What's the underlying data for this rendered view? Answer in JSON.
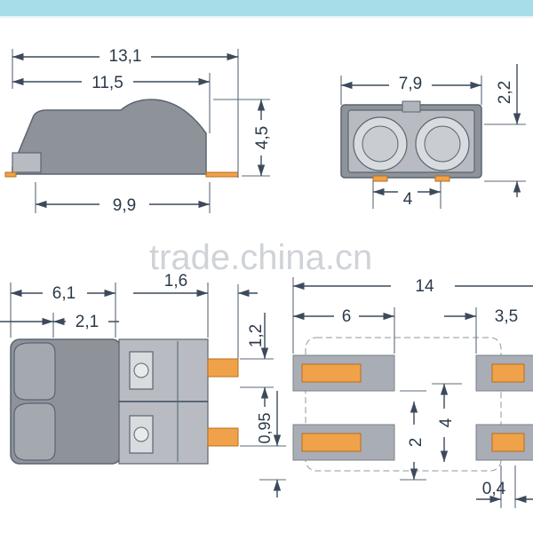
{
  "watermark": "trade.china.cn",
  "views": {
    "side_view": {
      "dim_overall": "13,1",
      "dim_top": "11,5",
      "dim_height": "4,5",
      "dim_bottom": "9,9"
    },
    "front_view": {
      "dim_width": "7,9",
      "dim_height": "2,2",
      "dim_pitch": "4"
    },
    "top_view": {
      "dim_length": "6,1",
      "dim_offset": "2,1",
      "dim_pin": "1,6",
      "dim_pin_width": "1,2",
      "dim_gap": "0,95"
    },
    "footprint": {
      "dim_total": "14",
      "dim_pad": "6",
      "dim_pad_right": "3,5",
      "dim_pitch_small": "2",
      "dim_pitch": "4",
      "dim_clearance": "0,4"
    }
  },
  "colors": {
    "housing": "#8e939a",
    "housing_light": "#d9dcdf",
    "contact": "#f0a24a",
    "frame": "#a7dde8"
  }
}
